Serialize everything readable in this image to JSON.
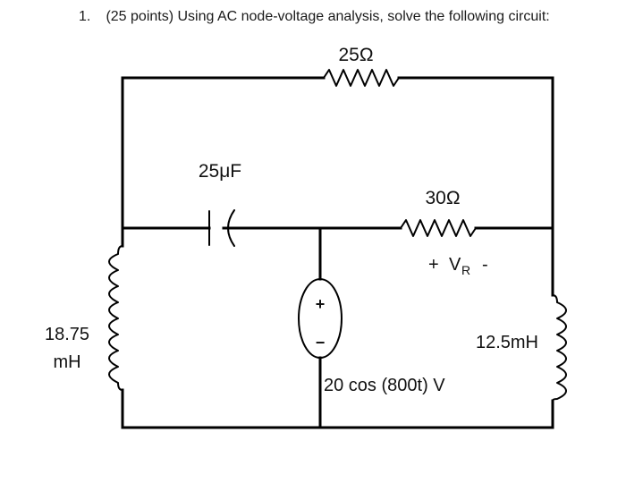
{
  "question": {
    "number": "1.",
    "text": "(25 points) Using AC node-voltage analysis, solve the following circuit:"
  },
  "components": {
    "top_resistor": "25Ω",
    "capacitor": "25μF",
    "middle_resistor": "30Ω",
    "resistor_voltage_label": {
      "plus": "+",
      "name": "V",
      "subscript": "R",
      "minus": "-"
    },
    "left_inductor": {
      "line1": "18.75",
      "line2": "mH"
    },
    "right_inductor": "12.5mH",
    "source": {
      "plus": "+",
      "minus": "−",
      "expression": "20 cos (800t) V"
    }
  }
}
